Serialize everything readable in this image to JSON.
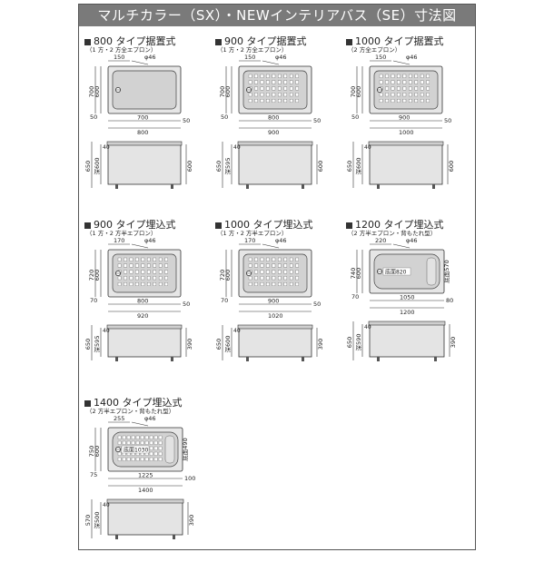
{
  "title": "マルチカラー（SX）・NEWインテリアバス（SE）寸法図",
  "units": [
    {
      "heading": "800 タイプ据置式",
      "sub": "（1 方・2 方全エプロン）",
      "type": "oki",
      "grid": false,
      "top": {
        "left": "150",
        "phi": "φ46",
        "h_outer": "700",
        "h_inner": "600",
        "off_left": "50",
        "bottom_inner": "700",
        "bottom_outer": "800",
        "bottom_right": "50"
      },
      "side": {
        "total": "650",
        "depth": "深600",
        "mid": "40",
        "right": "600"
      }
    },
    {
      "heading": "900 タイプ据置式",
      "sub": "（1 方・2 方全エプロン）",
      "type": "oki",
      "grid": true,
      "top": {
        "left": "150",
        "phi": "φ46",
        "h_outer": "700",
        "h_inner": "600",
        "off_left": "50",
        "bottom_inner": "800",
        "bottom_outer": "900",
        "bottom_right": "50"
      },
      "side": {
        "total": "650",
        "depth": "深595",
        "mid": "40",
        "right": "600"
      }
    },
    {
      "heading": "1000 タイプ据置式",
      "sub": "（2 方全エプロン）",
      "type": "oki",
      "grid": true,
      "top": {
        "left": "150",
        "phi": "φ46",
        "h_outer": "700",
        "h_inner": "600",
        "off_left": "50",
        "bottom_inner": "900",
        "bottom_outer": "1000",
        "bottom_right": "50"
      },
      "side": {
        "total": "650",
        "depth": "深600",
        "mid": "40",
        "right": "600"
      }
    },
    {
      "heading": "900 タイプ埋込式",
      "sub": "（1 方・2 方半エプロン）",
      "type": "ume",
      "grid": true,
      "top": {
        "left": "170",
        "phi": "φ46",
        "h_outer": "720",
        "h_inner": "600",
        "off_left": "70",
        "bottom_inner": "800",
        "bottom_outer": "920",
        "bottom_right": "50"
      },
      "side": {
        "total": "650",
        "depth": "深595",
        "mid": "40",
        "right": "390"
      }
    },
    {
      "heading": "1000 タイプ埋込式",
      "sub": "（1 方・2 方半エプロン）",
      "type": "ume",
      "grid": true,
      "top": {
        "left": "170",
        "phi": "φ46",
        "h_outer": "720",
        "h_inner": "600",
        "off_left": "70",
        "bottom_inner": "900",
        "bottom_outer": "1020",
        "bottom_right": "50"
      },
      "side": {
        "total": "650",
        "depth": "深600",
        "mid": "40",
        "right": "390"
      }
    },
    {
      "heading": "1200 タイプ埋込式",
      "sub": "（2 方半エプロン・背もたれ型）",
      "type": "long",
      "grid": false,
      "top": {
        "left": "220",
        "phi": "φ46",
        "h_outer": "740",
        "h_inner": "600",
        "off_left": "70",
        "bottom_inner": "1050",
        "bottom_outer": "1200",
        "bottom_right": "80",
        "floor": "底面820",
        "side_label": "底面570"
      },
      "side": {
        "total": "650",
        "depth": "深590",
        "mid": "40",
        "right": "390"
      }
    },
    {
      "heading": "1400 タイプ埋込式",
      "sub": "（2 方半エプロン・背もたれ型）",
      "type": "long",
      "grid": true,
      "top": {
        "left": "255",
        "phi": "φ46",
        "h_outer": "750",
        "h_inner": "600",
        "off_left": "75",
        "bottom_inner": "1225",
        "bottom_outer": "1400",
        "bottom_right": "100",
        "floor": "底面1030",
        "side_label": "底面490"
      },
      "side": {
        "total": "570",
        "depth": "深500",
        "mid": "40",
        "right": "390"
      }
    }
  ]
}
